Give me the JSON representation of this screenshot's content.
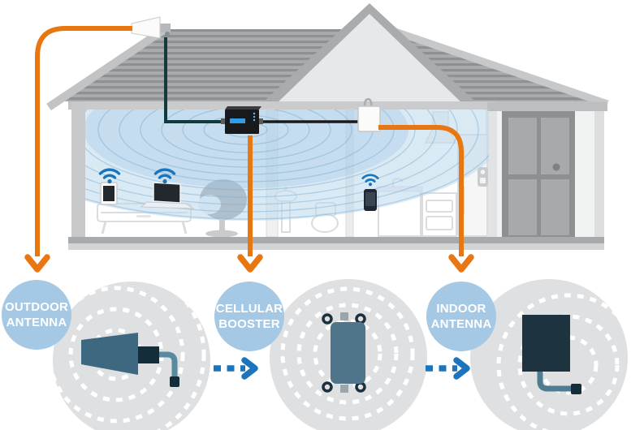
{
  "diagram": {
    "steps": [
      {
        "icon": "outdoor-antenna-icon",
        "line1": "OUTDOOR",
        "line2": "ANTENNA"
      },
      {
        "icon": "cellular-booster-icon",
        "line1": "CELLULAR",
        "line2": "BOOSTER"
      },
      {
        "icon": "indoor-antenna-icon",
        "line1": "INDOOR",
        "line2": "ANTENNA"
      }
    ],
    "house_icons": [
      "outdoor-antenna-device",
      "signal-booster-device",
      "indoor-antenna-device",
      "wifi-icon",
      "tablet-device",
      "laptop-device",
      "smartphone-device"
    ],
    "colors": {
      "accent_orange": "#E87611",
      "label_circle_blue": "#A5C9E4",
      "label_text_white": "#FFFFFF",
      "arrow_blue": "#1C75BC",
      "wifi_blue": "#1C75BC",
      "signal_wave_blue": "#7FAFD4",
      "signal_fill_blue": "#BCD8EC",
      "step_circle_gray": "#DFE0E2",
      "device_teal": "#3E6880",
      "device_navy": "#1E3340",
      "booster_label_blue": "#2E9FE6",
      "cable_teal": "#11393E",
      "cable_black": "#1A1A1A"
    }
  }
}
